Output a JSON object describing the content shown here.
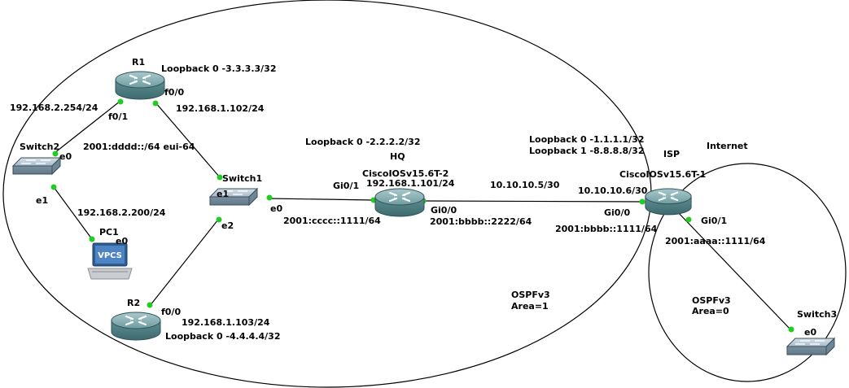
{
  "devices": {
    "r1": {
      "name": "R1",
      "loopback": "Loopback 0 -3.3.3.3/32"
    },
    "r2": {
      "name": "R2",
      "loopback": "Loopback 0 -4.4.4.4/32"
    },
    "switch1": {
      "name": "Switch1"
    },
    "switch2": {
      "name": "Switch2"
    },
    "switch3": {
      "name": "Switch3"
    },
    "pc1": {
      "name": "PC1",
      "badge": "VPCS"
    },
    "hq": {
      "title": "HQ",
      "name": "CiscoIOSv15.6T-2",
      "loopback": "Loopback 0 -2.2.2.2/32"
    },
    "isp": {
      "title": "ISP",
      "name": "CiscoIOSv15.6T-1",
      "loopback0": "Loopback 0 -1.1.1.1/32",
      "loopback1": "Loopback 1 -8.8.8.8/32"
    }
  },
  "interfaces": {
    "r1_f00": "f0/0",
    "r1_f01": "f0/1",
    "sw2_e0": "e0",
    "sw2_e1": "e1",
    "pc1_e0": "e0",
    "sw1_e0": "e0",
    "sw1_e1": "e1",
    "sw1_e2": "e2",
    "r2_f00": "f0/0",
    "hq_gi01": "Gi0/1",
    "hq_gi00": "Gi0/0",
    "isp_gi00": "Gi0/0",
    "isp_gi01": "Gi0/1",
    "sw3_e0": "e0"
  },
  "addresses": {
    "r1_f01_v4": "192.168.2.254/24",
    "r1_f00_v4": "192.168.1.102/24",
    "sw2_v6": "2001:dddd::/64 eui-64",
    "pc1_v4": "192.168.2.200/24",
    "r2_v4": "192.168.1.103/24",
    "hq_v4": "192.168.1.101/24",
    "hq_gi01_v6": "2001:cccc::1111/64",
    "hq_gi00_v6": "2001:bbbb::2222/64",
    "hq_isp_link": "10.10.10.5/30",
    "isp_gi00_v4": "10.10.10.6/30",
    "isp_gi00_v6": "2001:bbbb::1111/64",
    "isp_gi01_v6": "2001:aaaa::1111/64"
  },
  "areas": {
    "area1_proto": "OSPFv3",
    "area1_name": "Area=1",
    "area0_proto": "OSPFv3",
    "area0_name": "Area=0",
    "internet": "Internet"
  },
  "colors": {
    "link": "#000000",
    "port_dot": "#22cc22",
    "router_body": "#5f8f93",
    "switch_body": "#8ea4b4"
  }
}
